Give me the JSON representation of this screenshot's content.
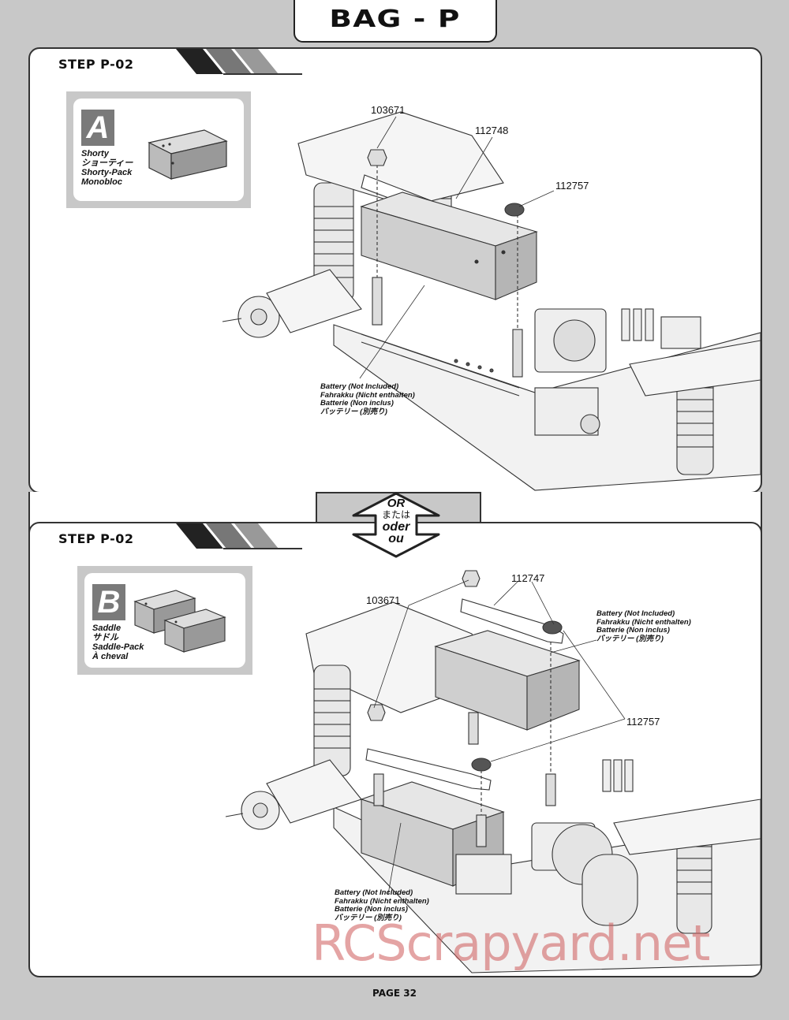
{
  "header": {
    "title": "BAG - P"
  },
  "steps": [
    {
      "label": "STEP P-02",
      "option": {
        "letter": "A",
        "names": [
          "Shorty",
          "ショーティー",
          "Shorty-Pack",
          "Monobloc"
        ]
      },
      "parts": [
        "103671",
        "112748",
        "112757"
      ],
      "battery_note": [
        "Battery (Not Included)",
        "Fahrakku (Nicht enthalten)",
        "Batterie (Non inclus)",
        "バッテリー (別売り)"
      ]
    },
    {
      "label": "STEP P-02",
      "option": {
        "letter": "B",
        "names": [
          "Saddle",
          "サドル",
          "Saddle-Pack",
          "À cheval"
        ]
      },
      "parts": [
        "103671",
        "112747",
        "112757"
      ],
      "battery_note_top": [
        "Battery (Not Included)",
        "Fahrakku (Nicht enthalten)",
        "Batterie (Non inclus)",
        "バッテリー (別売り)"
      ],
      "battery_note_bottom": [
        "Battery (Not Included)",
        "Fahrakku (Nicht enthalten)",
        "Batterie (Non inclus)",
        "バッテリー (別売り)"
      ]
    }
  ],
  "or_arrow": {
    "lines": [
      "OR",
      "または",
      "oder",
      "ou"
    ]
  },
  "footer": {
    "page": "PAGE 32"
  },
  "watermark": "RCScrapyard.net"
}
